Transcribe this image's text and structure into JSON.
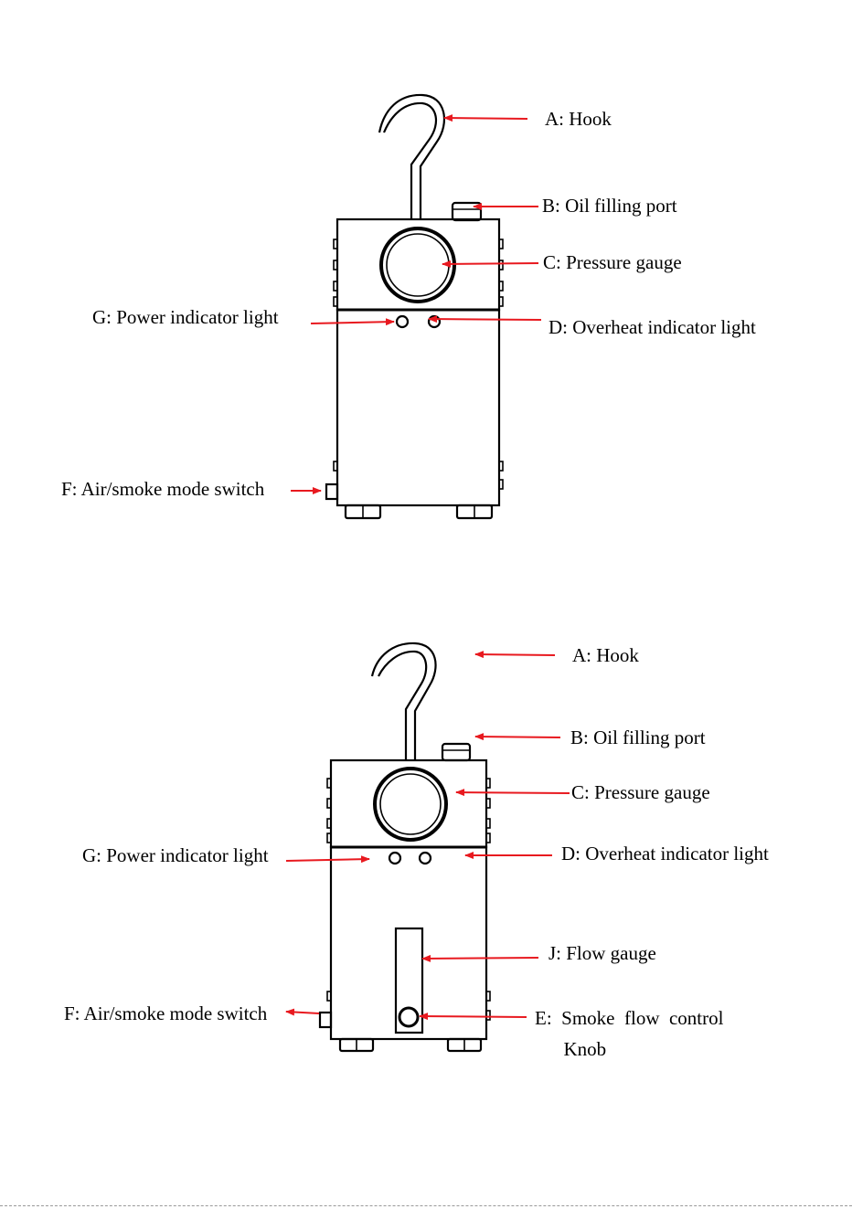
{
  "diagram_1": {
    "labels": {
      "hook": "A: Hook",
      "oil_port": "B: Oil filling port",
      "pressure_gauge": "C: Pressure gauge",
      "overheat_light": "D: Overheat indicator light",
      "power_light": "G: Power indicator light",
      "mode_switch": "F: Air/smoke mode switch"
    }
  },
  "diagram_2": {
    "labels": {
      "hook": "A: Hook",
      "oil_port": "B: Oil filling port",
      "pressure_gauge": "C: Pressure gauge",
      "overheat_light": "D: Overheat indicator light",
      "power_light": "G: Power indicator light",
      "flow_gauge": "J: Flow gauge",
      "mode_switch": "F: Air/smoke mode switch",
      "smoke_knob": "E:  Smoke  flow  control\n      Knob"
    }
  },
  "colors": {
    "arrow": "#e8191f",
    "outline": "#000000",
    "background": "#ffffff"
  }
}
